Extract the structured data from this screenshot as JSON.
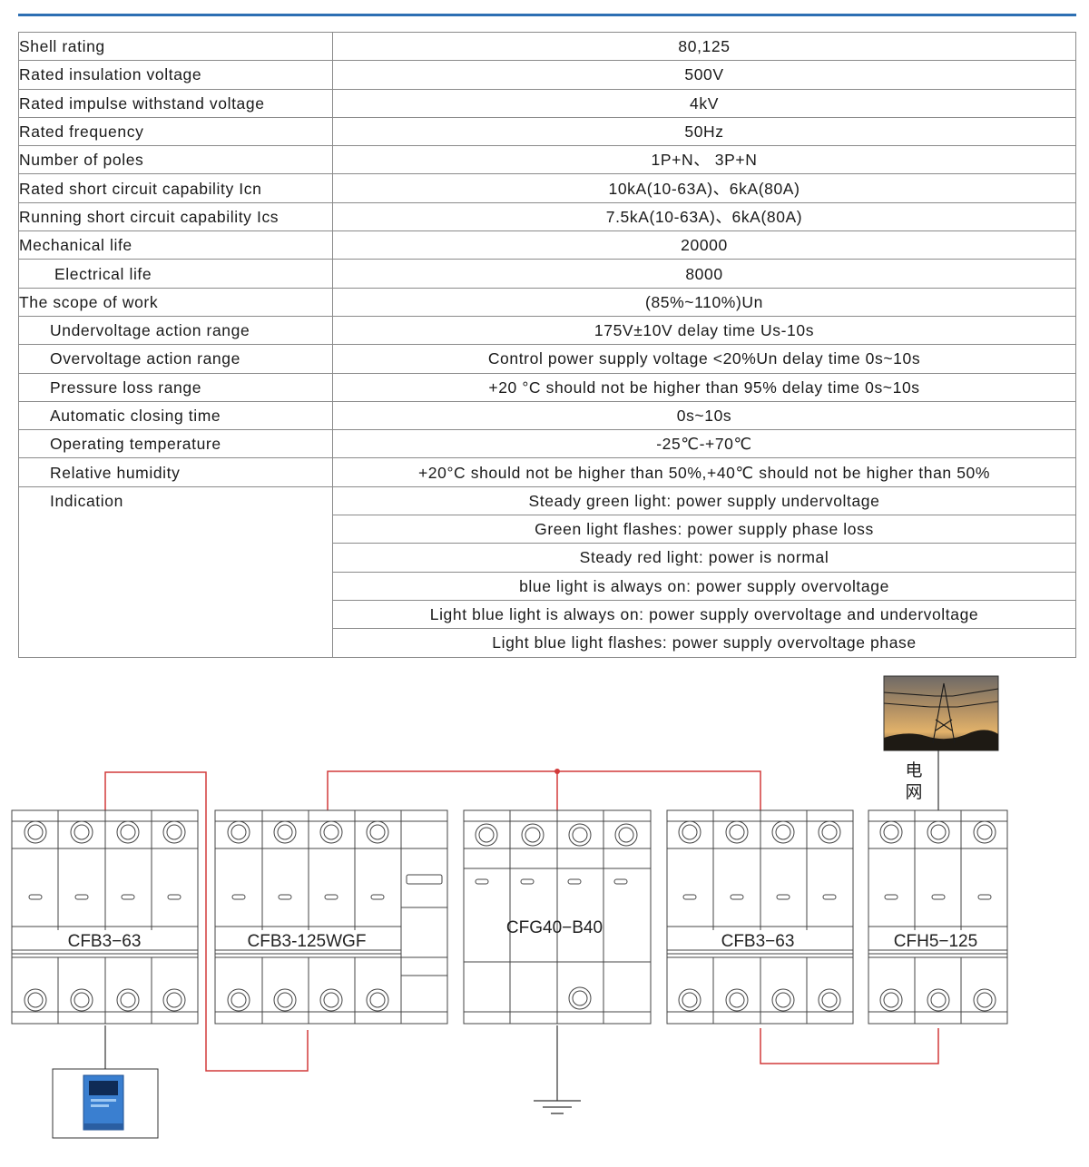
{
  "specs": [
    {
      "label": "Shell rating",
      "value": "80,125"
    },
    {
      "label": "Rated insulation voltage",
      "value": "500V"
    },
    {
      "label": "Rated impulse withstand voltage",
      "value": "4kV"
    },
    {
      "label": "Rated frequency",
      "value": "50Hz"
    },
    {
      "label": "Number of poles",
      "value": "1P+N、 3P+N"
    },
    {
      "label": "Rated short circuit capability Icn",
      "value": "10kA(10-63A)、6kA(80A)"
    },
    {
      "label": "Running short circuit capability Ics",
      "value": "7.5kA(10-63A)、6kA(80A)"
    },
    {
      "label": "Mechanical life",
      "value": "20000"
    },
    {
      "label": "Electrical life",
      "value": "8000"
    },
    {
      "label": "The scope of work",
      "value": "(85%~110%)Un"
    },
    {
      "label": "Undervoltage action range",
      "value": "175V±10V delay time Us-10s"
    },
    {
      "label": "Overvoltage action range",
      "value": "Control power supply voltage <20%Un delay time 0s~10s"
    },
    {
      "label": "Pressure loss range",
      "value": "+20 °C should not be higher than 95%  delay time 0s~10s"
    },
    {
      "label": "Automatic closing time",
      "value": "0s~10s"
    },
    {
      "label": "Operating temperature",
      "value": "-25℃-+70℃"
    },
    {
      "label": "Relative humidity",
      "value": "+20°C should not be higher than 50%,+40℃ should not be higher than 50%"
    }
  ],
  "indication": {
    "label": "Indication",
    "values": [
      "Steady green light: power supply undervoltage",
      "Green light flashes: power supply phase loss",
      "Steady red light: power is normal",
      "blue light is always on: power supply overvoltage",
      "Light blue light is always on: power supply overvoltage and undervoltage",
      "Light blue light flashes: power supply overvoltage phase"
    ]
  },
  "diagram": {
    "devices": [
      "CFB3−63",
      "CFB3-125WGF",
      "CFG40−B40",
      "CFB3−63",
      "CFH5−125"
    ],
    "grid_label": "电网",
    "colors": {
      "wire": "#d23a3a",
      "line": "#333333",
      "inverter": "#3a7fd0"
    }
  }
}
